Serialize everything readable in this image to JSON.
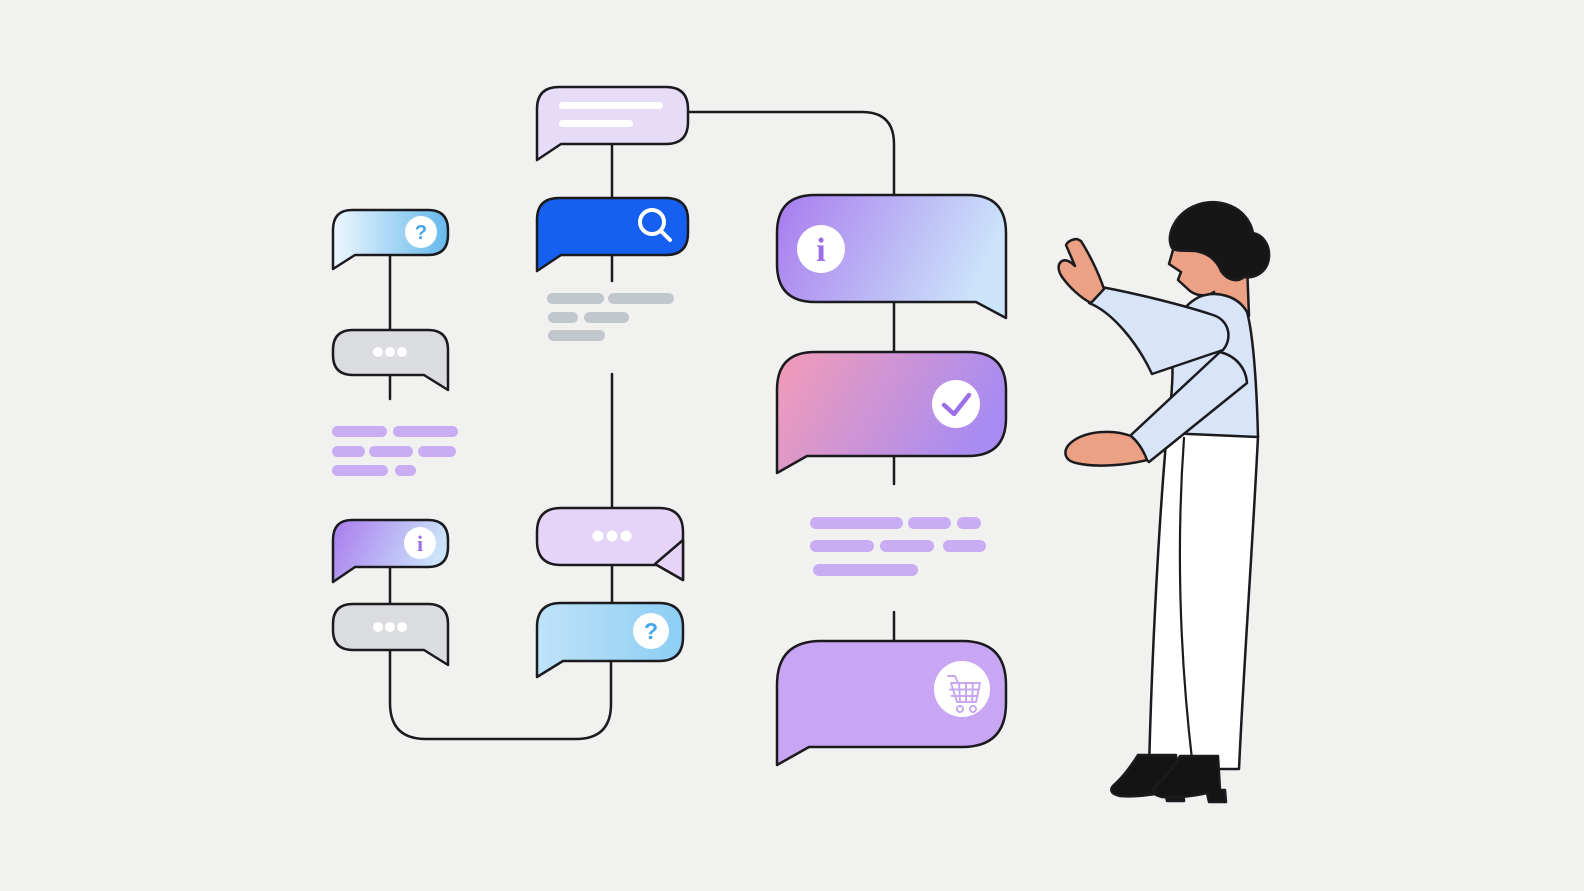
{
  "meta": {
    "title": "Chatbot conversation flow illustration with woman"
  },
  "illustration": {
    "background": "#F1F1EF",
    "outline": "#1B1B1F",
    "white": "#FFFFFF",
    "colors": {
      "blue_bubble": "#1560F0",
      "lavender_top_bubble": "#E7DCF8",
      "lavender_typing_bubble": "#E5D4F7",
      "lavender_cart_bubble": "#C9A6F4",
      "gray_bubble": "#DBDCDF",
      "pill_purple": "#C9ADF3",
      "pill_gray": "#C2C7CE",
      "icon_purple": "#9B6FE8",
      "icon_blue": "#44A7E9",
      "cart_icon_purple": "#C7A9F1",
      "sky_grad_from": "#EDF7FE",
      "sky_grad_to": "#66B9EC",
      "sky2_grad_from": "#BFE2F8",
      "sky2_grad_to": "#8CCEF4",
      "purple_grad_from": "#A87BEE",
      "purple_grad_to": "#CBE4FA",
      "pink_grad_from": "#F49CB6",
      "pink_grad_to": "#A88CF2"
    },
    "person": {
      "description": "woman standing in profile facing left, one hand raised pointing, one hand extended",
      "hair": "#161616",
      "skin": "#ECA184",
      "top": "#D8E5F8",
      "pants": "#FFFFFF",
      "boots": "#141414"
    },
    "glyphs": {
      "question": "?",
      "info": "i"
    },
    "flow": {
      "start_node": {
        "name": "user-message-bubble",
        "content": "two-placeholder-lines"
      },
      "columns": {
        "left": [
          {
            "name": "question-bubble",
            "icon": "question-icon",
            "style": "sky-gradient",
            "tail": "bottom-left"
          },
          {
            "name": "typing-bubble",
            "icon": "typing-dots-icon",
            "style": "gray",
            "tail": "bottom-right"
          },
          {
            "name": "text-placeholder-block",
            "style": "purple-pills",
            "rows": 3
          },
          {
            "name": "info-bubble",
            "icon": "info-icon",
            "style": "purple-sky-gradient",
            "tail": "bottom-left"
          },
          {
            "name": "typing-bubble",
            "icon": "typing-dots-icon",
            "style": "gray",
            "tail": "bottom-right"
          }
        ],
        "middle": [
          {
            "name": "search-bubble",
            "icon": "search-icon",
            "style": "solid-blue",
            "tail": "bottom-left"
          },
          {
            "name": "text-placeholder-block",
            "style": "gray-pills",
            "rows": 3
          },
          {
            "name": "typing-bubble",
            "icon": "typing-dots-icon",
            "style": "lavender",
            "tail": "bottom-right"
          },
          {
            "name": "question-bubble",
            "icon": "question-icon",
            "style": "sky-gradient",
            "tail": "bottom-left"
          }
        ],
        "right": [
          {
            "name": "info-bubble",
            "icon": "info-icon",
            "style": "purple-sky-gradient",
            "tail": "bottom-right"
          },
          {
            "name": "confirmation-bubble",
            "icon": "check-icon",
            "style": "pink-purple-gradient",
            "tail": "bottom-left"
          },
          {
            "name": "text-placeholder-block",
            "style": "purple-pills",
            "rows": 3
          },
          {
            "name": "cart-bubble",
            "icon": "cart-icon",
            "style": "solid-lavender",
            "tail": "bottom-left"
          }
        ]
      }
    }
  }
}
